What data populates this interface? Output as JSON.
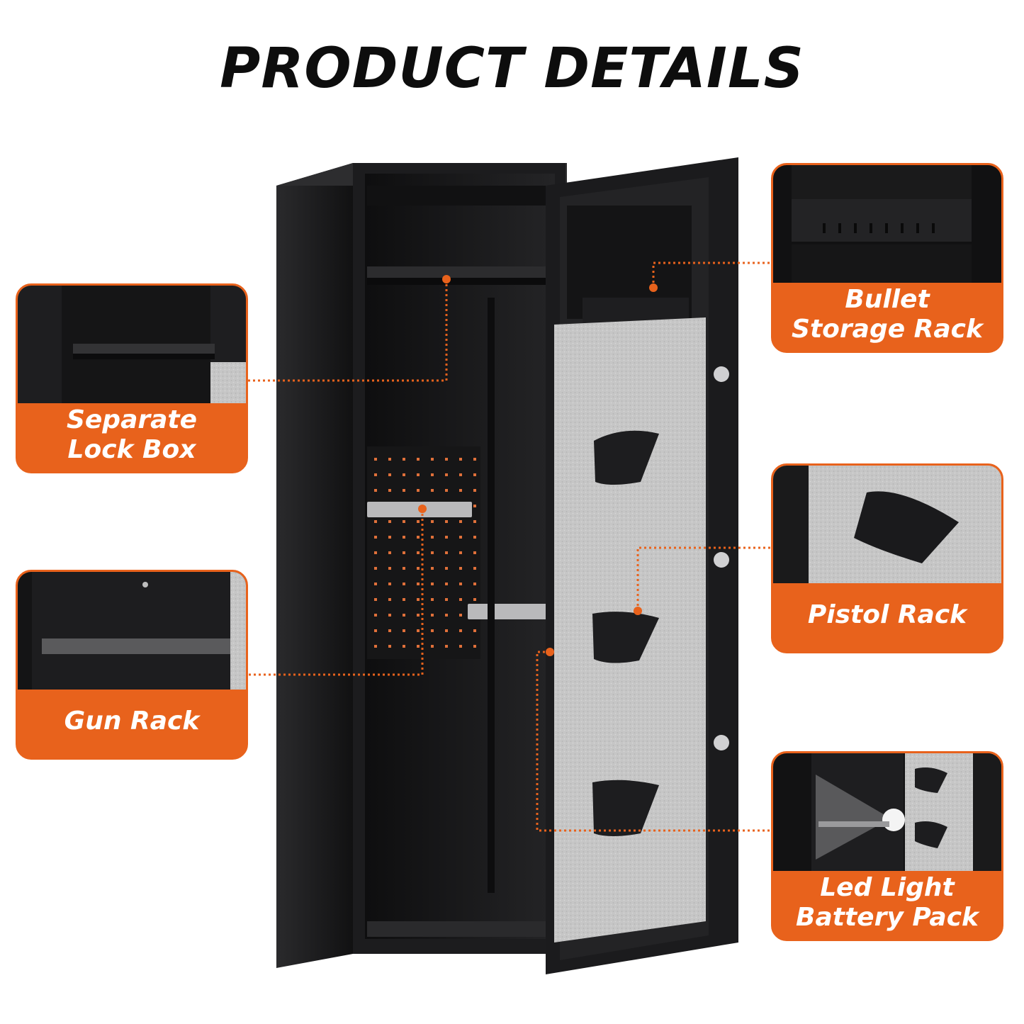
{
  "title": "PRODUCT DETAILS",
  "callouts": {
    "lock_box": {
      "line1": "Separate",
      "line2": "Lock Box"
    },
    "gun_rack": {
      "line1": "Gun Rack"
    },
    "bullet_rack": {
      "line1": "Bullet",
      "line2": "Storage Rack"
    },
    "pistol_rack": {
      "line1": "Pistol Rack"
    },
    "led_light": {
      "line1": "Led Light",
      "line2": "Battery Pack"
    }
  },
  "colors": {
    "accent": "#e8621c",
    "safe_body": "#1f1f21",
    "door_felt": "#c9c9c9"
  }
}
